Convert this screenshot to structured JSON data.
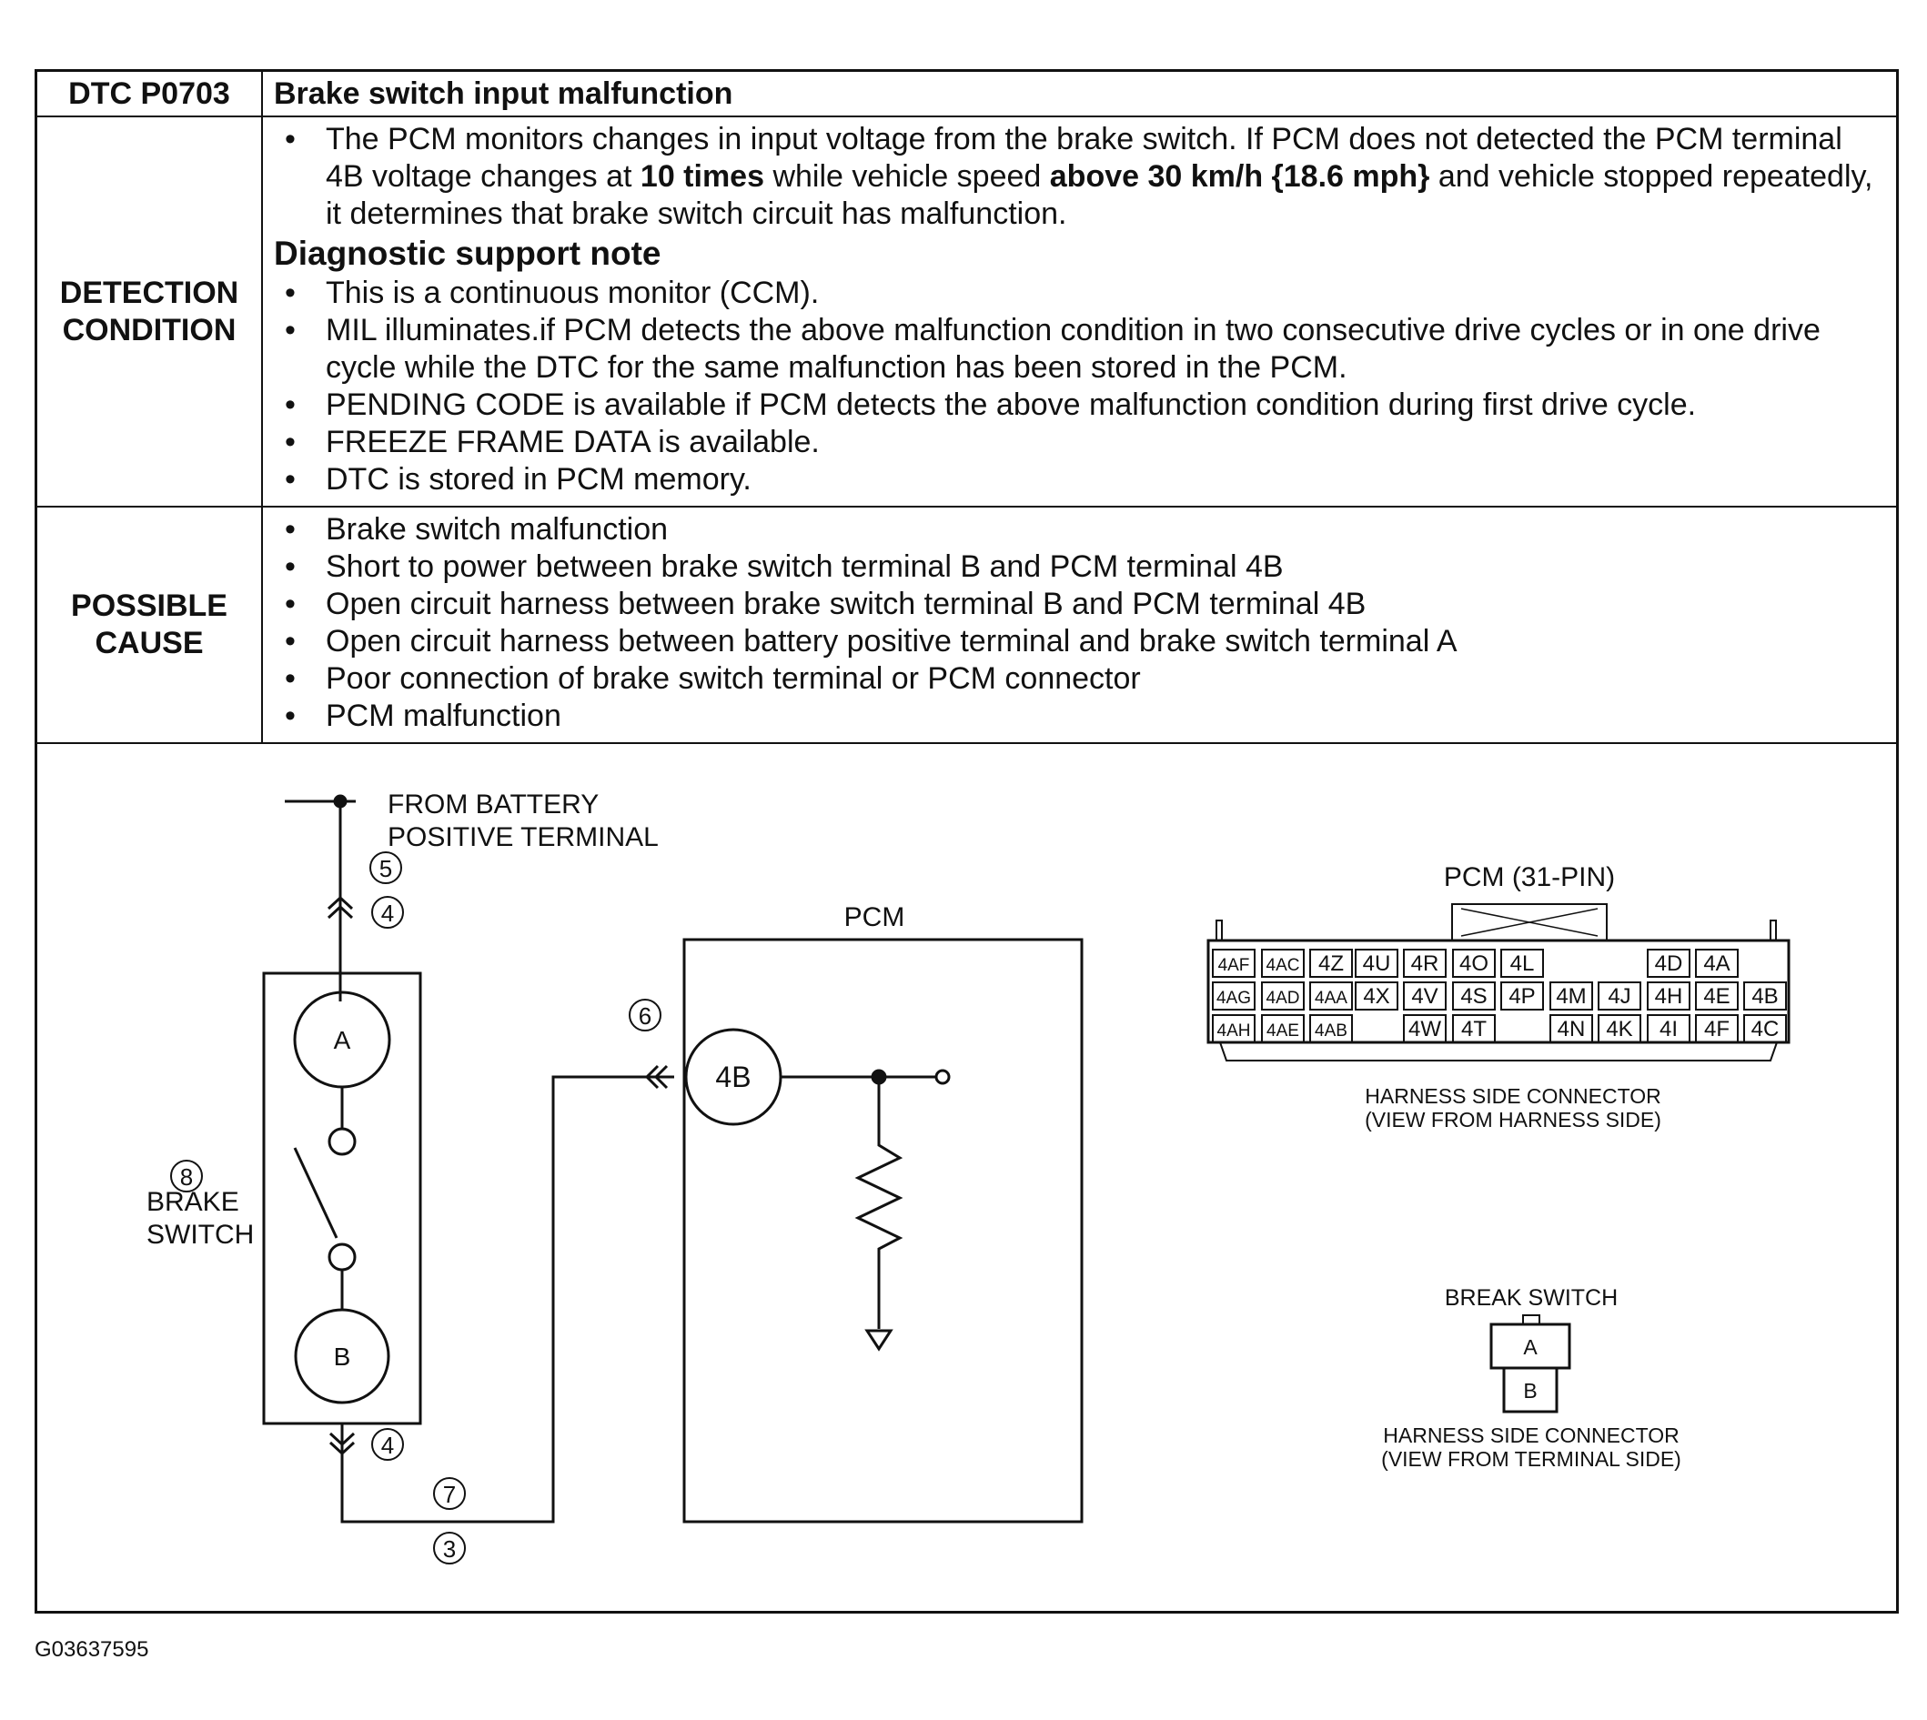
{
  "table": {
    "dtc_code": "DTC P0703",
    "dtc_title": "Brake switch input malfunction",
    "detection": {
      "label_line1": "DETECTION",
      "label_line2": "CONDITION",
      "intro_part1": "The PCM monitors changes in input voltage from the brake switch. If PCM does not detected the PCM terminal 4B voltage changes at ",
      "intro_bold1": "10 times",
      "intro_part2": " while vehicle speed ",
      "intro_bold2": "above 30 km/h {18.6 mph}",
      "intro_part3": " and vehicle stopped repeatedly, it determines that brake switch circuit has malfunction.",
      "support_heading": "Diagnostic support note",
      "notes": [
        "This is a continuous monitor (CCM).",
        "MIL illuminates.if PCM detects the above malfunction condition in two consecutive drive cycles or in one drive cycle while the DTC for the same malfunction has been stored in the PCM.",
        "PENDING CODE is available if PCM detects the above malfunction condition during first drive cycle.",
        "FREEZE FRAME DATA is available.",
        "DTC is stored in PCM memory."
      ]
    },
    "possible_cause": {
      "label_line1": "POSSIBLE",
      "label_line2": "CAUSE",
      "items": [
        "Brake switch malfunction",
        "Short to power between brake switch terminal B and PCM terminal 4B",
        "Open circuit harness between brake switch terminal B and PCM terminal 4B",
        "Open circuit harness between battery positive terminal and brake switch terminal A",
        "Poor connection of brake switch terminal or PCM connector",
        "PCM malfunction"
      ]
    }
  },
  "schematic": {
    "battery_label_1": "FROM BATTERY",
    "battery_label_2": "POSITIVE TERMINAL",
    "brake_switch_label_1": "BRAKE",
    "brake_switch_label_2": "SWITCH",
    "terminal_a": "A",
    "terminal_b": "B",
    "pcm_label": "PCM",
    "pcm_terminal": "4B",
    "callouts": {
      "c3": "3",
      "c4_top": "4",
      "c4_bottom": "4",
      "c5": "5",
      "c6": "6",
      "c7": "7",
      "c8": "8"
    }
  },
  "pcm_connector": {
    "title": "PCM (31-PIN)",
    "row1": [
      "4AF",
      "4AC",
      "4Z",
      "4U",
      "4R",
      "4O",
      "4L",
      "4D",
      "4A"
    ],
    "row2": [
      "4AG",
      "4AD",
      "4AA",
      "4X",
      "4V",
      "4S",
      "4P",
      "4M",
      "4J",
      "4H",
      "4E",
      "4B"
    ],
    "row3": [
      "4AH",
      "4AE",
      "4AB",
      "4W",
      "4T",
      "4N",
      "4K",
      "4I",
      "4F",
      "4C"
    ],
    "caption_1": "HARNESS SIDE CONNECTOR",
    "caption_2": "(VIEW FROM HARNESS SIDE)"
  },
  "brake_connector": {
    "title": "BREAK SWITCH",
    "pin_a": "A",
    "pin_b": "B",
    "caption_1": "HARNESS SIDE CONNECTOR",
    "caption_2": "(VIEW FROM TERMINAL SIDE)"
  },
  "figure_code": "G03637595"
}
